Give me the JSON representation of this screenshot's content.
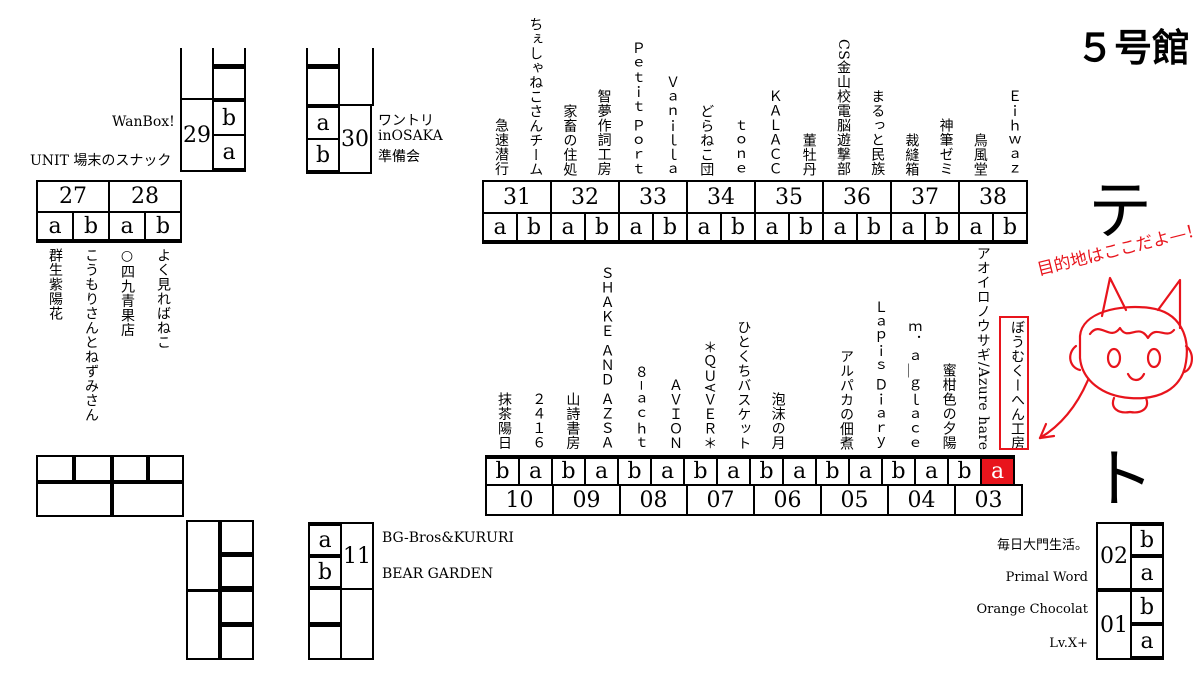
{
  "hall": "５号館",
  "tent_top": "テ",
  "tent_bottom": "ト",
  "annotation_text": "目的地はここだよ—！",
  "colors": {
    "highlight": "#e8141c",
    "ink": "#000000"
  },
  "row_top": {
    "numbers": [
      "31",
      "32",
      "33",
      "34",
      "35",
      "36",
      "37",
      "38"
    ],
    "ab": [
      "a",
      "b",
      "a",
      "b",
      "a",
      "b",
      "a",
      "b",
      "a",
      "b",
      "a",
      "b",
      "a",
      "b",
      "a",
      "b"
    ],
    "labels": [
      "急速潜行",
      "ちぇしゃねこさんチーム",
      "家畜の住処",
      "智夢作詞工房",
      "Ｐｅｔｉｔ Ｐｏｒｔ",
      "Ｖａｎｉｌｌａ",
      "どらねこ団",
      "ｔｏｎｅ",
      "ＫＡＬＡＣＣ",
      "董牡丹",
      "CS金山校電脳遊撃部",
      "まるっと民族",
      "裁縫箱",
      "神筆ゼミ",
      "鳥風堂",
      "Ｅｉｈｗａｚ"
    ]
  },
  "row_bottom": {
    "numbers": [
      "10",
      "09",
      "08",
      "07",
      "06",
      "05",
      "04",
      "03"
    ],
    "ab": [
      "b",
      "a",
      "b",
      "a",
      "b",
      "a",
      "b",
      "a",
      "b",
      "a",
      "b",
      "a",
      "b",
      "a",
      "b",
      "a"
    ],
    "labels": [
      "抹茶陽日",
      "２４１６",
      "山詩書房",
      "ＳＨＡＫＥ ＡＮＤ ＡＺＳＡ",
      "８−ａｃｈｔ",
      "ＡＶＩＯＮ",
      "＊ＱＵ∀ＶＥＲ＊",
      "ひとくちバスケット",
      "泡沫の月",
      "",
      "アルパカの佃煮",
      "Ｌａｐｉｓ Ｄｉａｒｙ",
      "ｍ．ａ＿ｇｌａｃｅ",
      "蜜柑色の夕陽",
      "アオイロノウサギ/Azure hare",
      "ぼうむくーへん工房"
    ]
  },
  "left_top": {
    "numbers": [
      "27",
      "28"
    ],
    "ab": [
      "a",
      "b",
      "a",
      "b"
    ],
    "labels": [
      "群生紫陽花",
      "こうもりさんとねずみさん",
      "○四九青果店",
      "よく見ればねこ"
    ],
    "unit_label": "UNIT 場末のスナック"
  },
  "booth29": {
    "number": "29",
    "b": "b",
    "a": "a",
    "label": "WanBox!"
  },
  "booth30": {
    "number": "30",
    "a": "a",
    "b": "b",
    "label_lines": [
      "ワントリ",
      "inOSAKA",
      "準備会"
    ]
  },
  "booth11": {
    "number": "11",
    "a": "a",
    "b": "b",
    "label_a": "BG-Bros&KURURI",
    "label_b": "BEAR GARDEN"
  },
  "booth02": {
    "number": "02",
    "b": "b",
    "a": "a",
    "label_b": "毎日大門生活。",
    "label_a": "Primal Word"
  },
  "booth01": {
    "number": "01",
    "b": "b",
    "a": "a",
    "label_b": "Orange Chocolat",
    "label_a": "Lv.X+"
  }
}
